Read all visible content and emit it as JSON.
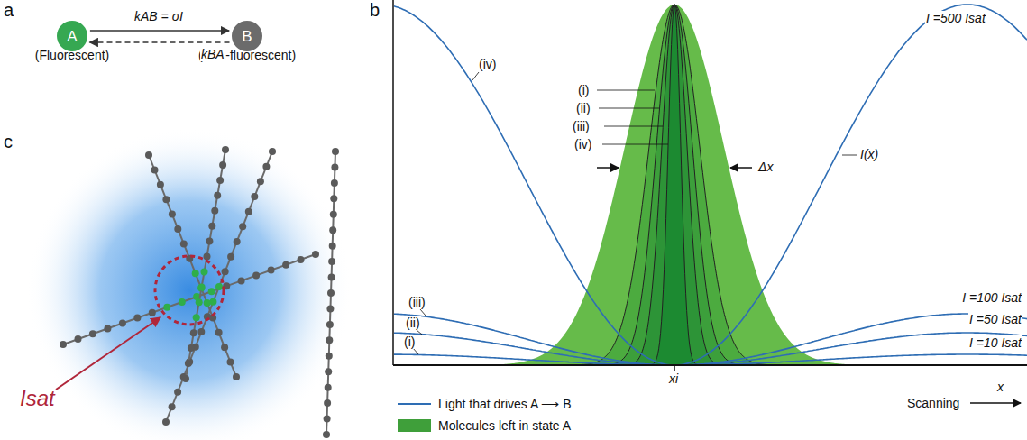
{
  "diagram": {
    "nodes": [
      {
        "text": [
          "A",
          "(Fluorescent)"
        ]
      },
      {
        "text": [
          "B",
          "(Non-fluorescent)"
        ]
      }
    ],
    "edges": [
      {
        "from": 0,
        "to": 1,
        "arrow": "to",
        "label": "kAB = σI"
      },
      {
        "from": 1,
        "to": 0,
        "arrow": "to",
        "label": "kBA"
      }
    ],
    "labels": [
      "a",
      "b",
      "c",
      "(iv)",
      "I =500 Isat",
      "I(x)",
      "(i)",
      "(ii)",
      "(iii)",
      "(iv)",
      "Δx",
      "(iii)",
      "I =100 Isat",
      "(ii)",
      "I =50 Isat",
      "(i)",
      "I =10 Isat",
      "xi",
      "Scanning",
      "x",
      "Isat"
    ],
    "legend": [
      {
        "text": "Light that drives A ⟶ B"
      },
      {
        "text": "Molecules left in state A",
        "color": "#3f9f3a"
      }
    ]
  }
}
